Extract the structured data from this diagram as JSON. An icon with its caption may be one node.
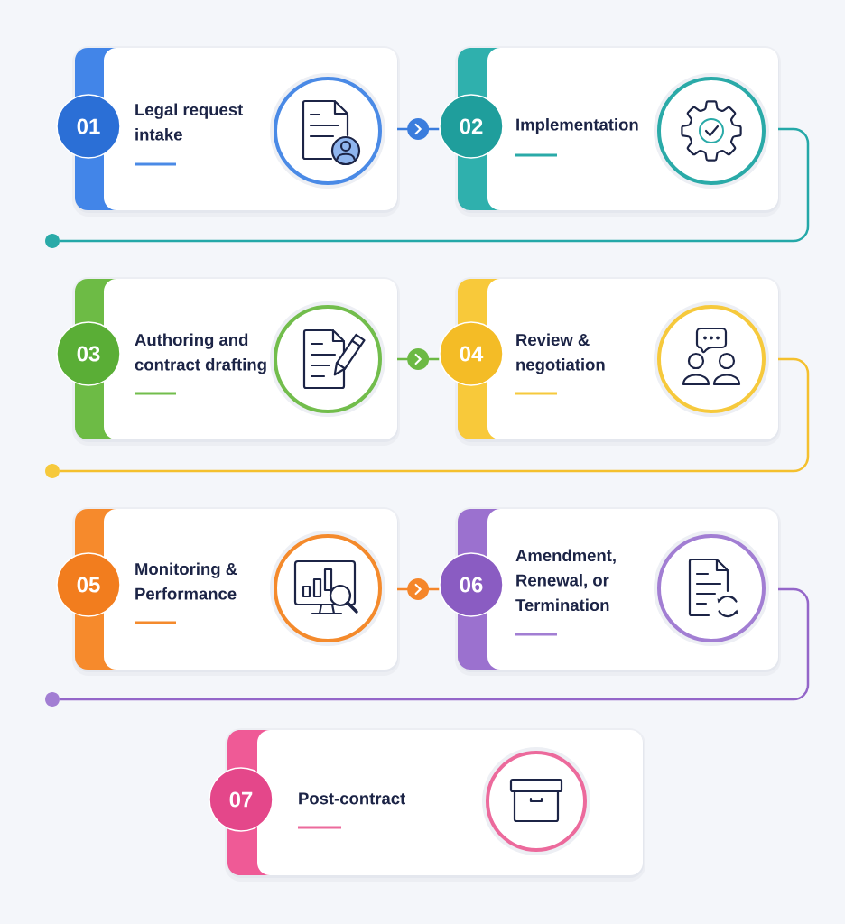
{
  "diagram": {
    "nodes": [
      {
        "text": [
          "01"
        ]
      },
      {
        "text": [
          "Legal request intake"
        ]
      },
      {
        "text": [
          "02"
        ]
      },
      {
        "text": [
          "Implementation"
        ]
      },
      {
        "text": [],
        "shape": "circle"
      },
      {
        "text": [
          "03"
        ]
      },
      {
        "text": [
          "Authoring and contract drafting"
        ]
      },
      {
        "text": [
          "04"
        ]
      },
      {
        "text": [
          "Review & negotiation"
        ]
      },
      {
        "text": [],
        "shape": "circle"
      },
      {
        "text": [
          "05"
        ]
      },
      {
        "text": [
          "Monitoring & Performance"
        ]
      },
      {
        "text": [
          "06"
        ]
      },
      {
        "text": [
          "Amendment, Renewal, or Termination"
        ]
      },
      {
        "text": [],
        "shape": "circle"
      },
      {
        "text": [
          "07"
        ]
      },
      {
        "text": [
          "Post-contract"
        ]
      }
    ],
    "edges": [
      {
        "from": 1,
        "to": 2,
        "arrow": "to",
        "color": "#3b7ddd"
      },
      {
        "from": 3,
        "to": 4,
        "arrow": "none",
        "color": "#24a8a8"
      },
      {
        "from": 6,
        "to": 7,
        "arrow": "to",
        "color": "#6cb944"
      },
      {
        "from": 8,
        "to": 9,
        "arrow": "none",
        "color": "#f4c02e"
      },
      {
        "from": 11,
        "to": 12,
        "arrow": "to",
        "color": "#f5862a"
      },
      {
        "from": 13,
        "to": 14,
        "arrow": "none",
        "color": "#9466c9"
      }
    ]
  }
}
